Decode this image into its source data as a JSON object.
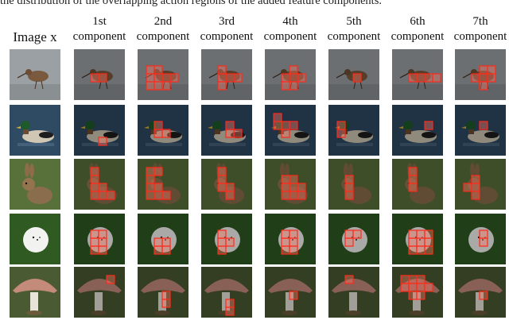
{
  "caption": "the distribution of the overlapping action regions of the added feature components.",
  "header": {
    "image_label": "Image x",
    "components": [
      "1st\ncomponent",
      "2nd\ncomponent",
      "3rd\ncomponent",
      "4th\ncomponent",
      "5th\ncomponent",
      "6th\ncomponent",
      "7th\ncomponent"
    ]
  },
  "rows": [
    {
      "subject": "sandpiper",
      "background": "#9aa0a3",
      "boxes": [
        [
          [
            3,
            2
          ],
          [
            3,
            3
          ]
        ],
        [
          [
            2,
            1
          ],
          [
            2,
            2
          ],
          [
            3,
            1
          ],
          [
            3,
            2
          ],
          [
            3,
            3
          ],
          [
            3,
            4
          ],
          [
            4,
            1
          ],
          [
            4,
            2
          ],
          [
            4,
            3
          ]
        ],
        [
          [
            2,
            2
          ],
          [
            3,
            2
          ],
          [
            3,
            3
          ],
          [
            3,
            4
          ],
          [
            4,
            2
          ]
        ],
        [
          [
            2,
            3
          ],
          [
            3,
            2
          ],
          [
            3,
            3
          ],
          [
            3,
            4
          ],
          [
            4,
            2
          ],
          [
            4,
            3
          ]
        ],
        [
          [
            3,
            3
          ]
        ],
        [
          [
            3,
            2
          ],
          [
            3,
            3
          ],
          [
            3,
            4
          ],
          [
            3,
            5
          ]
        ],
        [
          [
            2,
            3
          ],
          [
            2,
            4
          ],
          [
            3,
            2
          ],
          [
            3,
            3
          ],
          [
            3,
            4
          ],
          [
            4,
            3
          ]
        ]
      ]
    },
    {
      "subject": "duck",
      "background": "#2f4a63",
      "boxes": [
        [
          [
            4,
            3
          ]
        ],
        [
          [
            2,
            2
          ],
          [
            3,
            2
          ],
          [
            3,
            3
          ]
        ],
        [
          [
            2,
            3
          ],
          [
            3,
            3
          ],
          [
            3,
            4
          ]
        ],
        [
          [
            1,
            1
          ],
          [
            2,
            1
          ],
          [
            2,
            2
          ],
          [
            2,
            3
          ],
          [
            3,
            2
          ]
        ],
        [
          [
            2,
            1
          ],
          [
            3,
            1
          ]
        ],
        [
          [
            2,
            4
          ]
        ],
        [
          [
            2,
            3
          ]
        ]
      ]
    },
    {
      "subject": "rabbit",
      "background": "#58703a",
      "boxes": [
        [
          [
            1,
            2
          ],
          [
            2,
            2
          ],
          [
            3,
            2
          ],
          [
            3,
            3
          ],
          [
            4,
            2
          ],
          [
            4,
            3
          ],
          [
            4,
            4
          ]
        ],
        [
          [
            1,
            1
          ],
          [
            1,
            2
          ],
          [
            2,
            1
          ],
          [
            3,
            1
          ],
          [
            3,
            2
          ],
          [
            4,
            1
          ],
          [
            4,
            2
          ],
          [
            4,
            3
          ]
        ],
        [
          [
            1,
            2
          ],
          [
            2,
            2
          ],
          [
            3,
            2
          ],
          [
            3,
            3
          ],
          [
            4,
            3
          ]
        ],
        [
          [
            2,
            2
          ],
          [
            2,
            3
          ],
          [
            3,
            2
          ],
          [
            3,
            3
          ],
          [
            3,
            4
          ],
          [
            4,
            2
          ],
          [
            4,
            3
          ],
          [
            4,
            4
          ]
        ],
        [
          [
            2,
            2
          ],
          [
            3,
            2
          ],
          [
            4,
            2
          ]
        ],
        [
          [
            1,
            2
          ],
          [
            2,
            2
          ],
          [
            3,
            2
          ]
        ],
        [
          [
            2,
            2
          ],
          [
            3,
            1
          ],
          [
            3,
            2
          ],
          [
            4,
            2
          ]
        ]
      ]
    },
    {
      "subject": "golfball",
      "background": "#2f5a22",
      "boxes": [
        [
          [
            2,
            2
          ],
          [
            2,
            3
          ],
          [
            3,
            2
          ],
          [
            3,
            3
          ],
          [
            4,
            2
          ],
          [
            4,
            3
          ]
        ],
        [
          [
            3,
            2
          ],
          [
            3,
            3
          ],
          [
            4,
            2
          ],
          [
            4,
            3
          ]
        ],
        [
          [
            2,
            2
          ],
          [
            3,
            2
          ],
          [
            3,
            3
          ],
          [
            4,
            2
          ]
        ],
        [
          [
            2,
            2
          ],
          [
            2,
            3
          ],
          [
            3,
            2
          ],
          [
            3,
            3
          ],
          [
            4,
            2
          ],
          [
            4,
            3
          ]
        ],
        [
          [
            2,
            2
          ],
          [
            2,
            3
          ],
          [
            3,
            2
          ]
        ],
        [
          [
            2,
            2
          ],
          [
            2,
            3
          ],
          [
            2,
            4
          ],
          [
            3,
            2
          ],
          [
            3,
            3
          ],
          [
            3,
            4
          ],
          [
            4,
            2
          ],
          [
            4,
            3
          ],
          [
            4,
            4
          ]
        ],
        [
          [
            2,
            3
          ],
          [
            3,
            3
          ]
        ]
      ]
    },
    {
      "subject": "mushroom",
      "background": "#4a5a33",
      "boxes": [
        [
          [
            1,
            4
          ]
        ],
        [
          [
            3,
            3
          ],
          [
            4,
            3
          ]
        ],
        [
          [
            4,
            3
          ],
          [
            5,
            3
          ]
        ],
        [
          [
            3,
            3
          ]
        ],
        [
          [
            1,
            2
          ]
        ],
        [
          [
            1,
            1
          ],
          [
            1,
            2
          ],
          [
            1,
            3
          ],
          [
            2,
            1
          ],
          [
            2,
            2
          ],
          [
            2,
            3
          ],
          [
            2,
            4
          ],
          [
            3,
            2
          ],
          [
            3,
            3
          ]
        ],
        [
          [
            3,
            3
          ]
        ]
      ]
    }
  ],
  "colors": {
    "box_stroke": "#ff2a1a",
    "box_fill": "rgba(255,120,100,0.40)"
  }
}
